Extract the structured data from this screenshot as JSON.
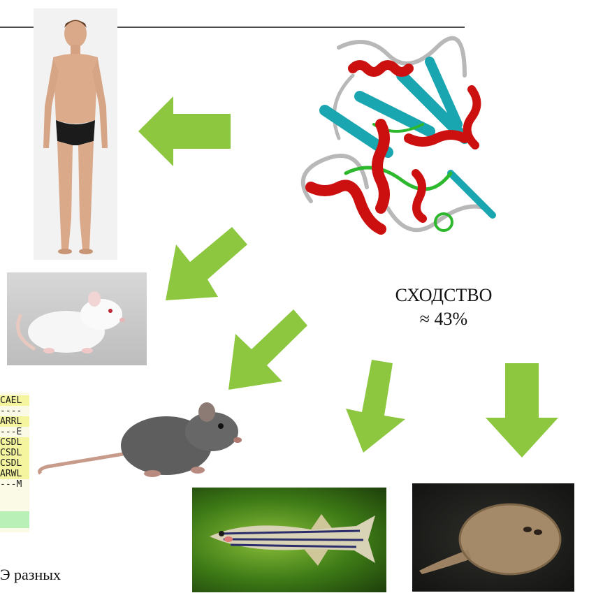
{
  "similarity": {
    "label": "СХОДСТВО",
    "value": "≈ 43%"
  },
  "alignment_fragment": {
    "rows": [
      "CAEL",
      "----",
      "ARRL",
      "---E",
      "CSDL",
      "CSDL",
      "CSDL",
      "ARWL",
      "---M"
    ]
  },
  "bottom_text": "Э разных",
  "colors": {
    "arrow": "#8dc63f",
    "helix": "#cc1010",
    "sheet": "#1aa6b0",
    "rule": "#4a4a4a"
  },
  "images": {
    "protein": "protein-structure",
    "human": "human-figure",
    "white_rat": "white-rat",
    "grey_rat": "grey-rat",
    "zebrafish": "zebrafish",
    "ray": "electric-ray"
  }
}
